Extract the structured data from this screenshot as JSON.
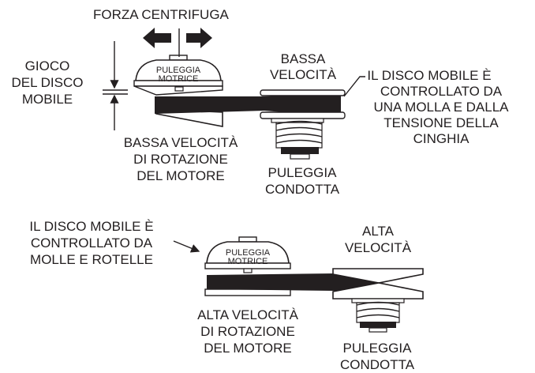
{
  "top": {
    "centrifugal_force": "FORZA CENTRIFUGA",
    "play_label": [
      "GIOCO",
      "DEL DISCO",
      "MOBILE"
    ],
    "drive_pulley": [
      "PULEGGIA",
      "MOTRICE"
    ],
    "low_speed": [
      "BASSA",
      "VELOCITÀ"
    ],
    "movable_disc_note": [
      "IL DISCO MOBILE È",
      "CONTROLLATO DA",
      "UNA MOLLA E DALLA",
      "TENSIONE DELLA",
      "CINGHIA"
    ],
    "low_engine_speed": [
      "BASSA VELOCITÀ",
      "DI ROTAZIONE",
      "DEL MOTORE"
    ],
    "driven_pulley": [
      "PULEGGIA",
      "CONDOTTA"
    ]
  },
  "bottom": {
    "movable_disc_note": [
      "IL DISCO MOBILE È",
      "CONTROLLATO DA",
      "MOLLE E ROTELLE"
    ],
    "drive_pulley": [
      "PULEGGIA",
      "MOTRICE"
    ],
    "high_speed": [
      "ALTA",
      "VELOCITÀ"
    ],
    "high_engine_speed": [
      "ALTA VELOCITÀ",
      "DI ROTAZIONE",
      "DEL MOTORE"
    ],
    "driven_pulley": [
      "PULEGGIA",
      "CONDOTTA"
    ]
  },
  "colors": {
    "ink": "#231f20",
    "background": "#ffffff"
  }
}
